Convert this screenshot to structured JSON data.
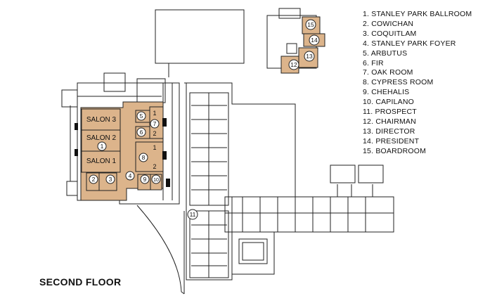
{
  "title": "SECOND FLOOR",
  "legend": [
    {
      "num": "1",
      "label": "1. STANLEY PARK BALLROOM"
    },
    {
      "num": "2",
      "label": "2. COWICHAN"
    },
    {
      "num": "3",
      "label": "3. COQUITLAM"
    },
    {
      "num": "4",
      "label": "4. STANLEY PARK FOYER"
    },
    {
      "num": "5",
      "label": "5. ARBUTUS"
    },
    {
      "num": "6",
      "label": "6. FIR"
    },
    {
      "num": "7",
      "label": "7. OAK ROOM"
    },
    {
      "num": "8",
      "label": "8. CYPRESS ROOM"
    },
    {
      "num": "9",
      "label": "9. CHEHALIS"
    },
    {
      "num": "10",
      "label": "10. CAPILANO"
    },
    {
      "num": "11",
      "label": "11. PROSPECT"
    },
    {
      "num": "12",
      "label": "12. CHAIRMAN"
    },
    {
      "num": "13",
      "label": "13. DIRECTOR"
    },
    {
      "num": "14",
      "label": "14. PRESIDENT"
    },
    {
      "num": "15",
      "label": "15. BOARDROOM"
    }
  ],
  "salons": {
    "s3": "SALON 3",
    "s2": "SALON 2",
    "s1": "SALON 1"
  },
  "markers": {
    "m1": "1",
    "m2": "2",
    "m3": "3",
    "m4": "4",
    "m5": "5",
    "m6": "6",
    "m7": "7",
    "m8": "8",
    "m9": "9",
    "m10": "10",
    "m11": "11",
    "m12": "12",
    "m13": "13",
    "m14": "14",
    "m15": "15"
  },
  "oak_parts": {
    "p1": "1",
    "p2": "2"
  },
  "cypress_parts": {
    "p1": "1",
    "p2": "2"
  },
  "colors": {
    "meeting_room": "#dcb48b",
    "wall": "#222222",
    "background": "#ffffff"
  }
}
